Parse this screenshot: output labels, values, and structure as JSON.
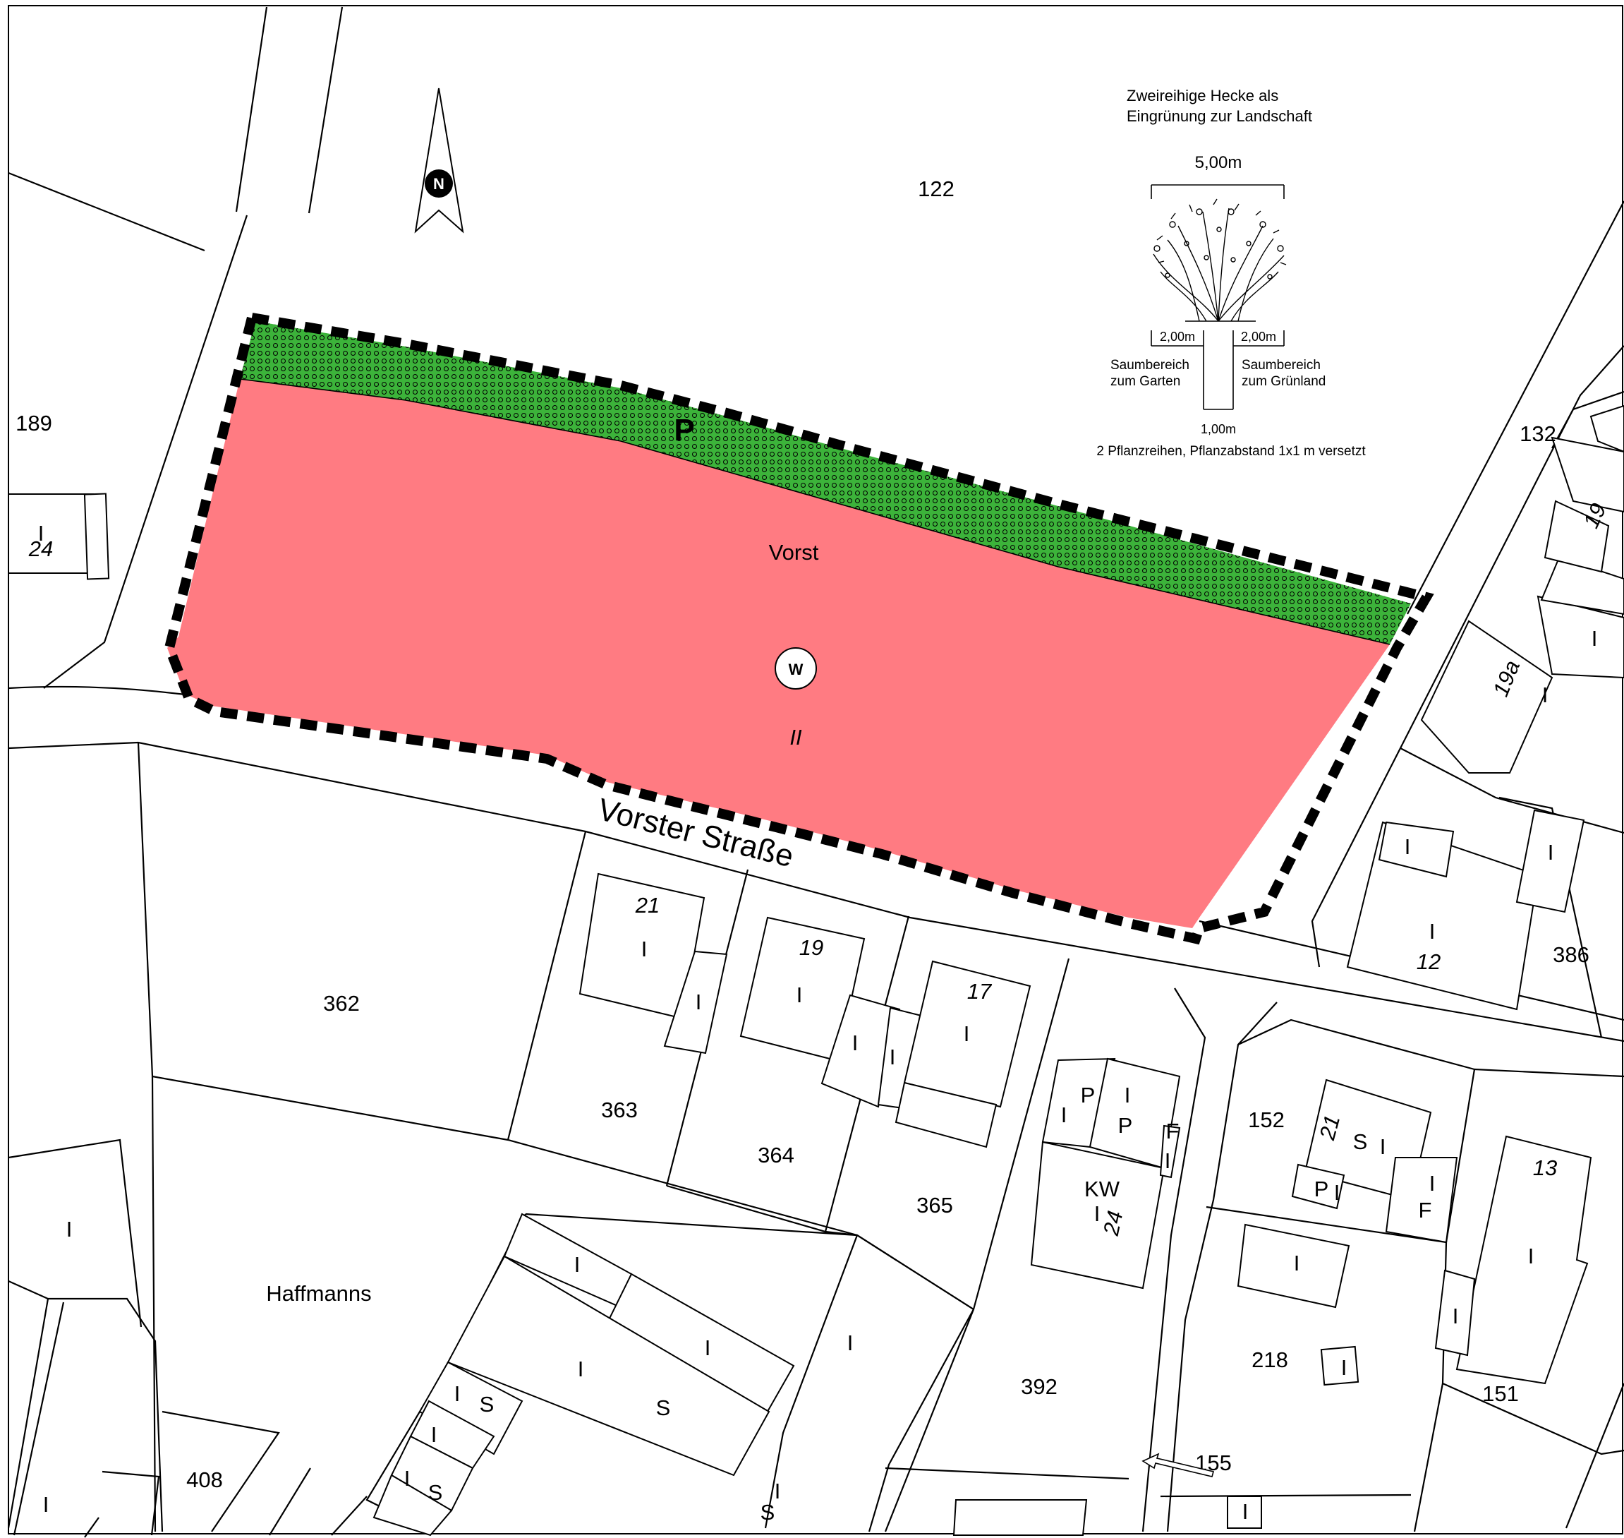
{
  "map": {
    "street_name": "Vorster Straße",
    "zone": {
      "name": "Vorst",
      "use_symbol": "W",
      "storeys": "II",
      "parking_letter": "P",
      "zone_color": "#ff7b82",
      "hedge_color": "#3cb33a",
      "boundary_color": "#000000"
    },
    "north_arrow": {
      "letter": "N"
    },
    "legend": {
      "title_line1": "Zweireihige Hecke als",
      "title_line2": "Eingrünung zur Landschaft",
      "total_width": "5,00m",
      "left_width": "2,00m",
      "right_width": "2,00m",
      "left_label_line1": "Saumbereich",
      "left_label_line2": "zum Garten",
      "right_label_line1": "Saumbereich",
      "right_label_line2": "zum Grünland",
      "center_width": "1,00m",
      "note": "2 Pflanzreihen, Pflanzabstand 1x1 m versetzt"
    },
    "parcels": {
      "p122": "122",
      "p189": "189",
      "p132": "132",
      "p362": "362",
      "p363": "363",
      "p364": "364",
      "p365": "365",
      "p392": "392",
      "p152": "152",
      "p218": "218",
      "p151": "151",
      "p155": "155",
      "p386": "386",
      "p408": "408",
      "haffmanns": "Haffmanns"
    },
    "house_numbers": {
      "h21": "21",
      "h19": "19",
      "h17": "17",
      "h24_west": "24",
      "h24_kw": "24",
      "h12": "12",
      "h13": "13",
      "h19_east": "19",
      "h19a": "19a",
      "h21_east": "21"
    },
    "building_marks": {
      "storey": "I",
      "garage": "P",
      "shed": "S",
      "kw": "KW",
      "f": "F"
    }
  }
}
